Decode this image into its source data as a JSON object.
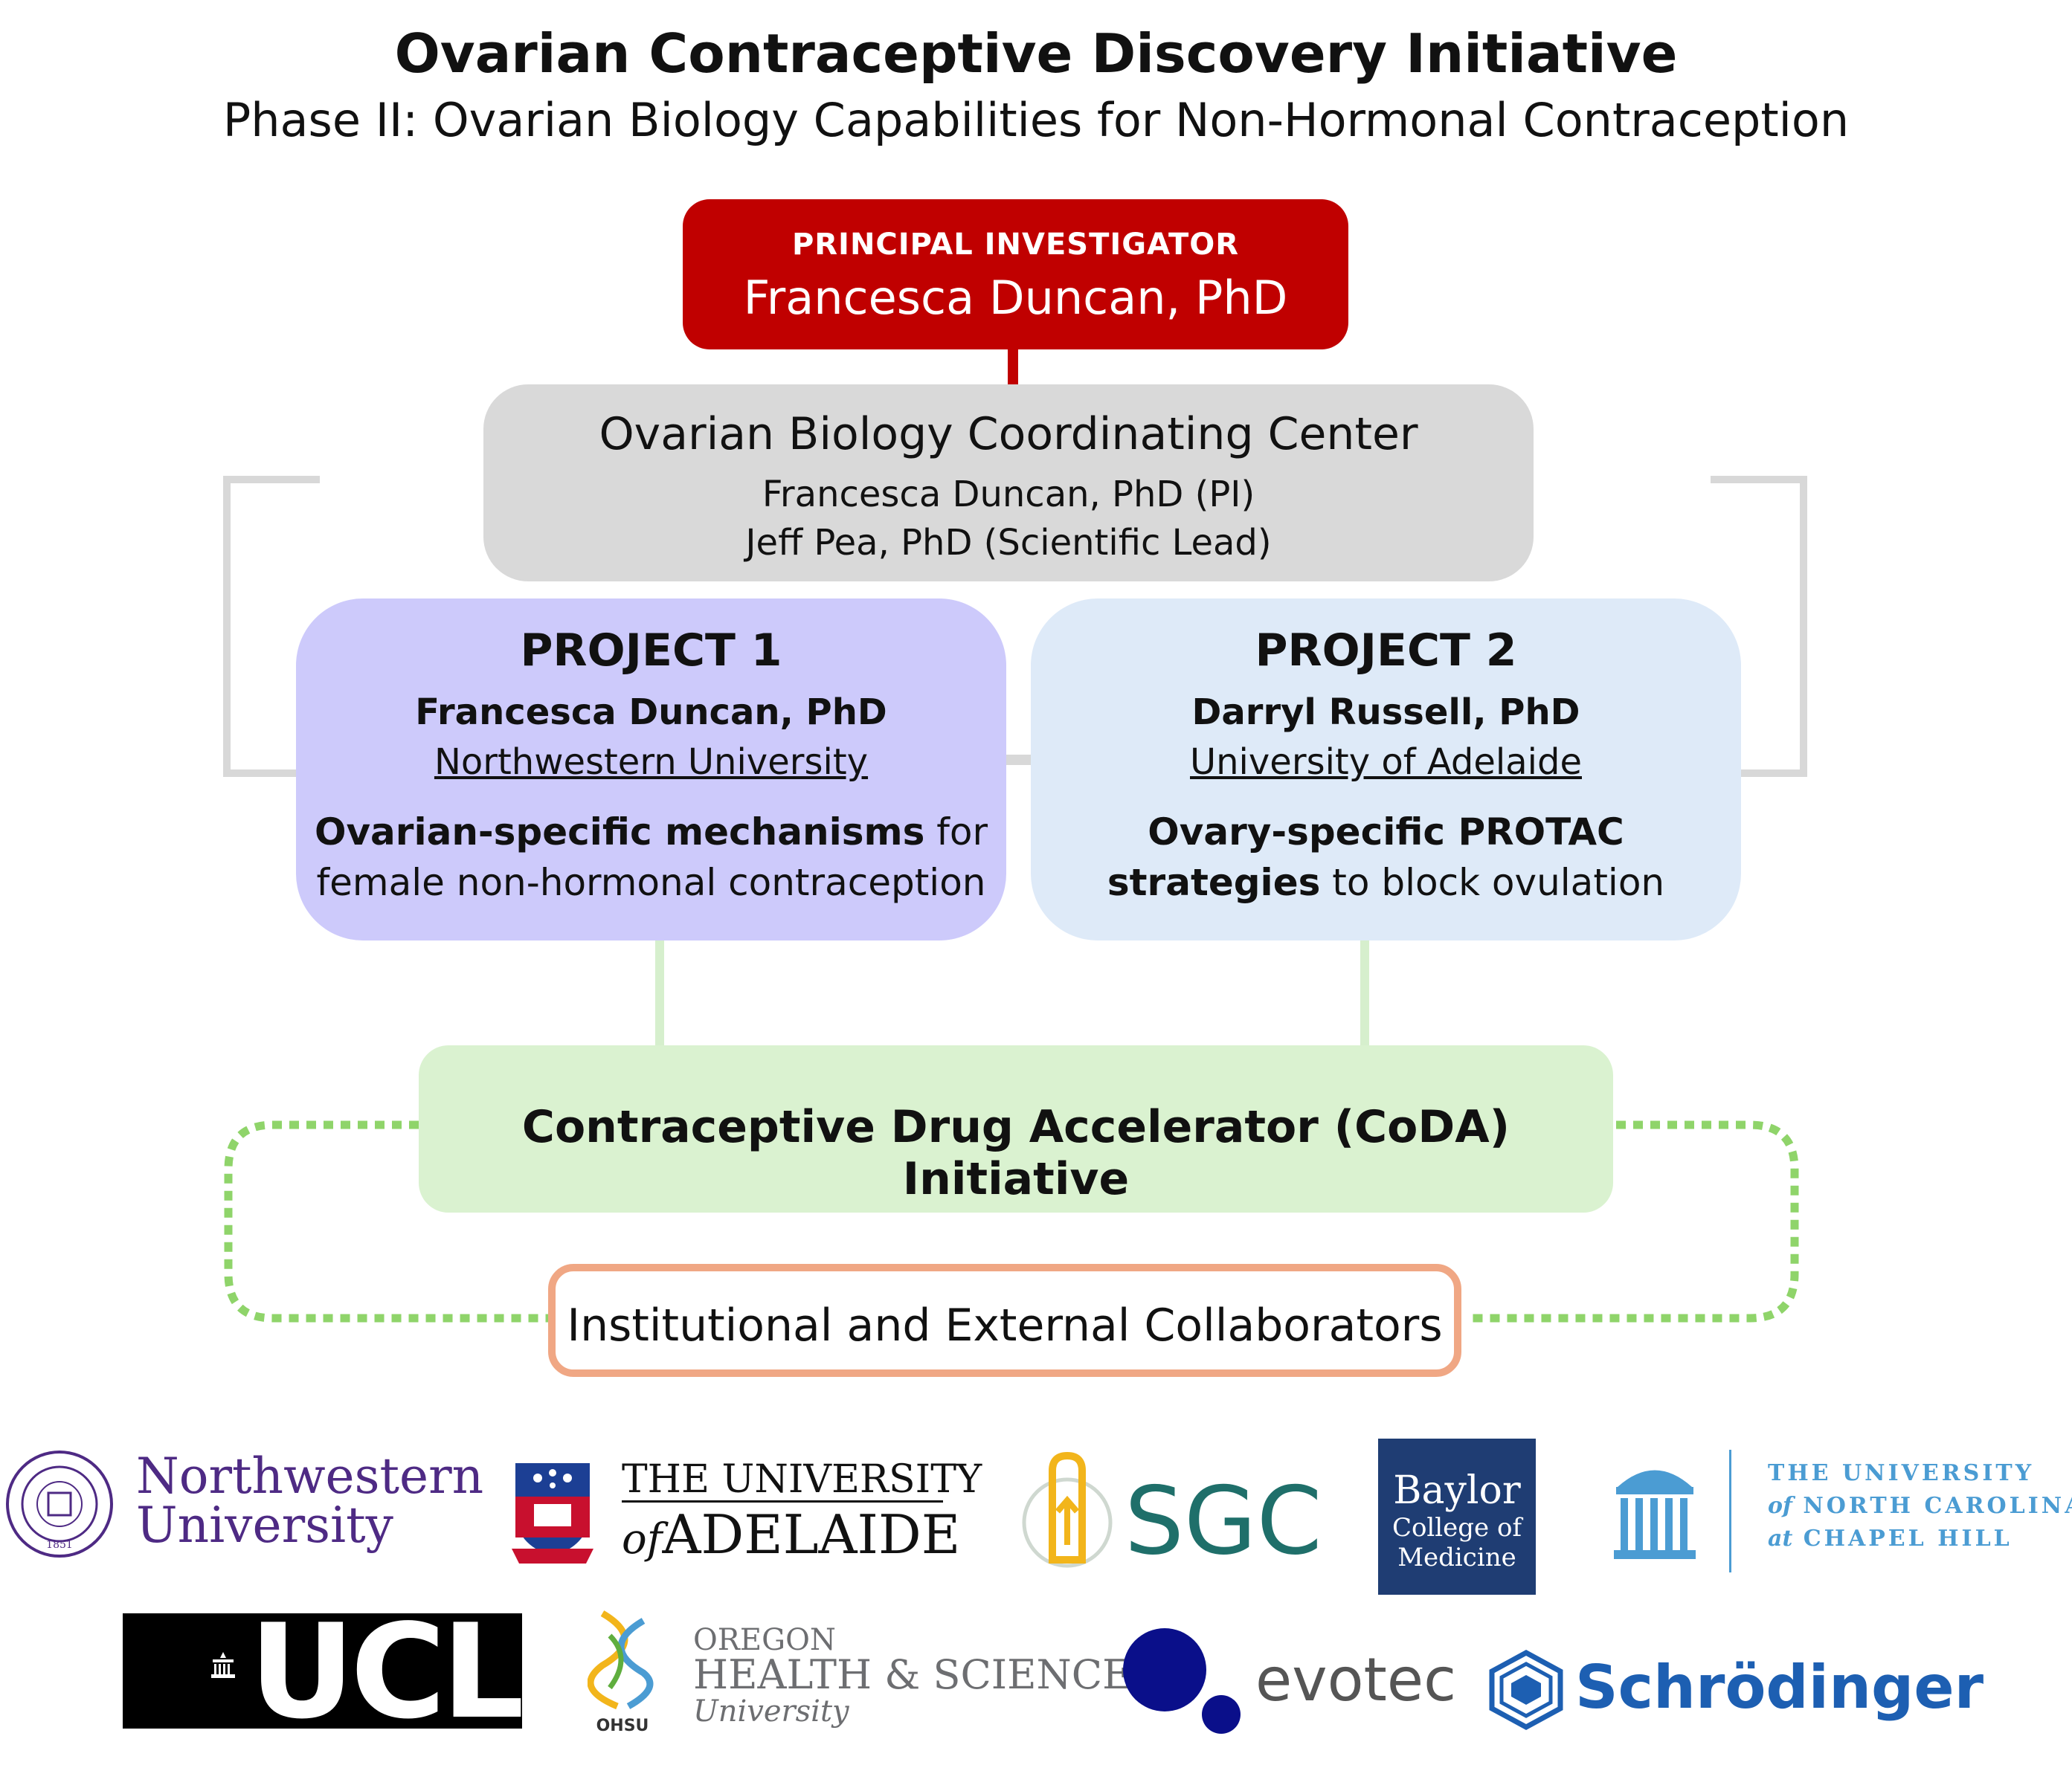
{
  "header": {
    "title": "Ovarian Contraceptive Discovery Initiative",
    "subtitle": "Phase II: Ovarian Biology Capabilities for Non-Hormonal Contraception"
  },
  "pi": {
    "role": "PRINCIPAL INVESTIGATOR",
    "name": "Francesca Duncan, PhD"
  },
  "coordinating_center": {
    "title": "Ovarian Biology Coordinating Center",
    "pi_line": "Francesca Duncan, PhD (PI)",
    "lead_line": "Jeff Pea, PhD (Scientific Lead)"
  },
  "projects": [
    {
      "title": "PROJECT 1",
      "lead": "Francesca Duncan, PhD",
      "institution": "Northwestern University",
      "desc_bold": "Ovarian-specific mechanisms",
      "desc_rest1": " for",
      "desc_line2": "female non-hormonal contraception"
    },
    {
      "title": "PROJECT 2",
      "lead": "Darryl Russell, PhD",
      "institution": "University of Adelaide",
      "desc_bold": "Ovary-specific PROTAC",
      "desc_bold2": "strategies",
      "desc_rest2": " to block ovulation"
    }
  ],
  "coda": {
    "label": "Contraceptive Drug Accelerator (CoDA) Initiative"
  },
  "collaborators": {
    "label": "Institutional and External Collaborators"
  },
  "logos": {
    "northwestern": {
      "line1": "Northwestern",
      "line2": "University",
      "seal_year": "1851"
    },
    "adelaide": {
      "line1": "THE UNIVERSITY",
      "of": "of",
      "name": "ADELAIDE"
    },
    "sgc": {
      "text": "SGC"
    },
    "baylor": {
      "line1": "Baylor",
      "line2": "College of",
      "line3": "Medicine"
    },
    "unc": {
      "line1": "THE UNIVERSITY",
      "line2_of": "of",
      "line2": "NORTH CAROLINA",
      "line3_at": "at",
      "line3": "CHAPEL HILL"
    },
    "ucl": {
      "text": "UCL"
    },
    "ohsu": {
      "badge": "OHSU",
      "line1": "OREGON",
      "line2": "HEALTH & SCIENCE",
      "line3": "University"
    },
    "evotec": {
      "text": "evotec"
    },
    "schrodinger": {
      "text": "Schrödinger"
    }
  },
  "colors": {
    "pi_red": "#c00000",
    "cc_grey": "#d9d9d9",
    "project1_lavender": "#cdcafb",
    "project2_blue": "#deeaf8",
    "coda_green": "#daf2d0",
    "dotted_green": "#8fd46a",
    "collab_orange": "#f0a784",
    "northwestern_purple": "#4e2a84",
    "sgc_teal": "#1f6f6a",
    "baylor_navy": "#1f3d73",
    "unc_blue": "#4b9cd3",
    "evotec_navy": "#0a0f8a",
    "schrodinger_blue": "#1d5fb2"
  }
}
